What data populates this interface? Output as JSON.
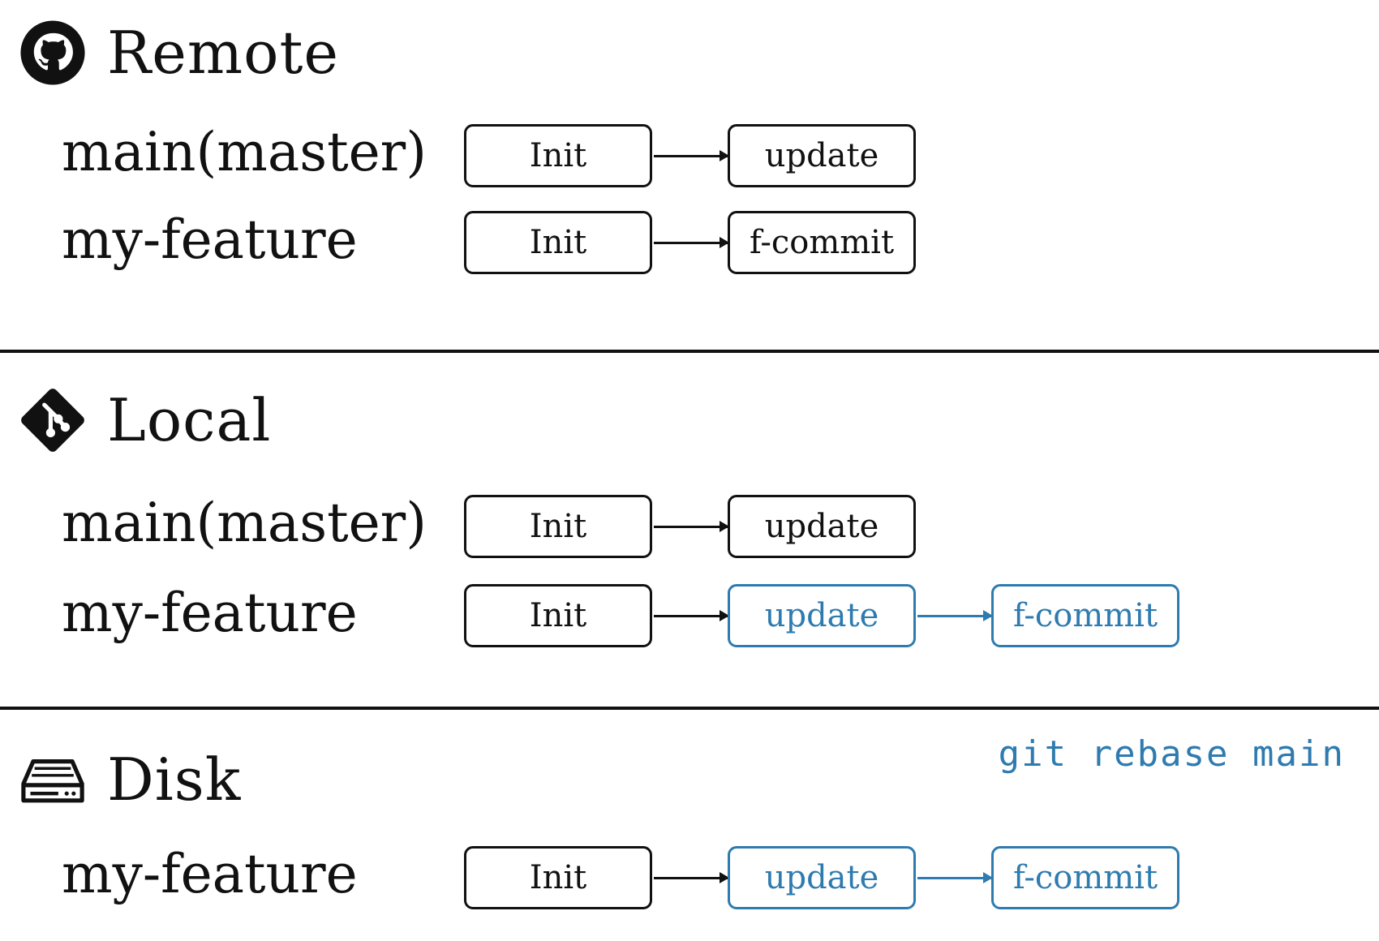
{
  "sections": {
    "remote": {
      "title": "Remote",
      "icon": "github-icon",
      "branches": [
        {
          "name": "main(master)",
          "commits": [
            "Init",
            "update"
          ]
        },
        {
          "name": "my-feature",
          "commits": [
            "Init",
            "f-commit"
          ]
        }
      ]
    },
    "local": {
      "title": "Local",
      "icon": "git-icon",
      "branches": [
        {
          "name": "main(master)",
          "commits": [
            "Init",
            "update"
          ]
        },
        {
          "name": "my-feature",
          "commits": [
            "Init",
            "update",
            "f-commit"
          ]
        }
      ]
    },
    "disk": {
      "title": "Disk",
      "icon": "hard-drive-icon",
      "command": "git rebase main",
      "branches": [
        {
          "name": "my-feature",
          "commits": [
            "Init",
            "update",
            "f-commit"
          ]
        }
      ]
    }
  },
  "colors": {
    "default": "#111111",
    "rebased": "#2e7bb0"
  }
}
